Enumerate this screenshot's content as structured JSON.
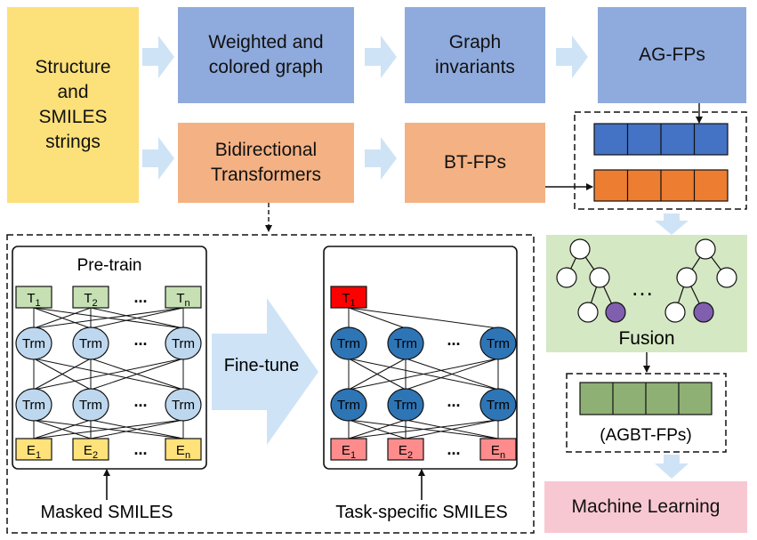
{
  "boxes": {
    "structure": "Structure\nand\nSMILES\nstrings",
    "weighted": "Weighted and\ncolored graph",
    "invariants": "Graph\ninvariants",
    "ag_fps": "AG-FPs",
    "bidirectional": "Bidirectional\nTransformers",
    "bt_fps": "BT-FPs",
    "machine_learning": "Machine Learning"
  },
  "labels": {
    "fusion": "Fusion",
    "agbt_fps": "(AGBT-FPs)",
    "pre_train": "Pre-train",
    "fine_tune": "Fine-tune",
    "masked_smiles": "Masked SMILES",
    "task_smiles": "Task-specific SMILES",
    "trm": "Trm",
    "ellipsis": "...",
    "dots": "…",
    "t": "T",
    "e": "E",
    "sub_1": "1",
    "sub_2": "2",
    "sub_n": "n"
  },
  "colors": {
    "yellow": "#fce07a",
    "blue_box": "#8faadc",
    "orange_box": "#f4b183",
    "ag_cell": "#4472c4",
    "bt_cell": "#ed7d31",
    "fusion_bg": "#d5e8c4",
    "agbt_cell": "#8fb075",
    "ml_pink": "#f8c8d2",
    "arrow": "#cfe3f6",
    "t_green": "#c6e0b4",
    "e_yellow": "#ffe27a",
    "trm_light": "#bdd7ee",
    "trm_dark": "#2e75b6",
    "t_red": "#ff0000",
    "e_pink": "#ff8c8c",
    "tree_purple": "#7f5fae"
  }
}
